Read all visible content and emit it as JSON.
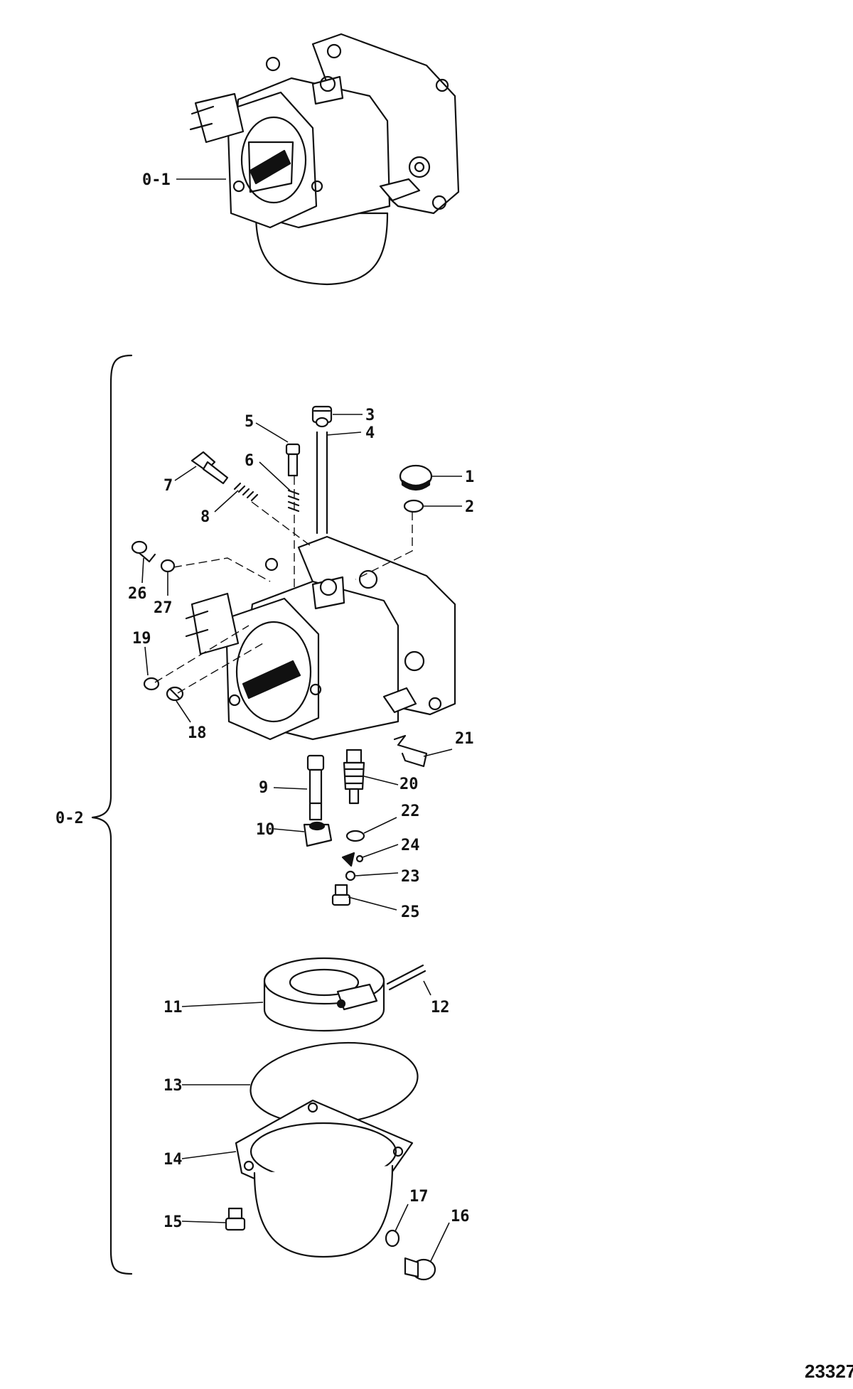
{
  "figure_ref": "23327",
  "assemblies": {
    "o1_label": "0-1",
    "o2_label": "0-2"
  },
  "callouts": {
    "c1": "1",
    "c2": "2",
    "c3": "3",
    "c4": "4",
    "c5": "5",
    "c6": "6",
    "c7": "7",
    "c8": "8",
    "c9": "9",
    "c10": "10",
    "c11": "11",
    "c12": "12",
    "c13": "13",
    "c14": "14",
    "c15": "15",
    "c16": "16",
    "c17": "17",
    "c18": "18",
    "c19": "19",
    "c20": "20",
    "c21": "21",
    "c22": "22",
    "c23": "23",
    "c24": "24",
    "c25": "25",
    "c26": "26",
    "c27": "27"
  }
}
